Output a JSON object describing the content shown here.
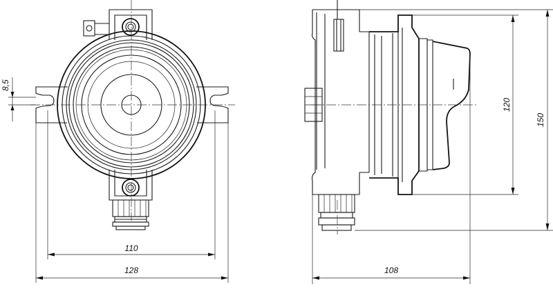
{
  "dimensions": {
    "hole_spacing": "8,5",
    "mount_width": "110",
    "overall_width": "128",
    "depth": "108",
    "body_height": "120",
    "overall_height": "150"
  }
}
